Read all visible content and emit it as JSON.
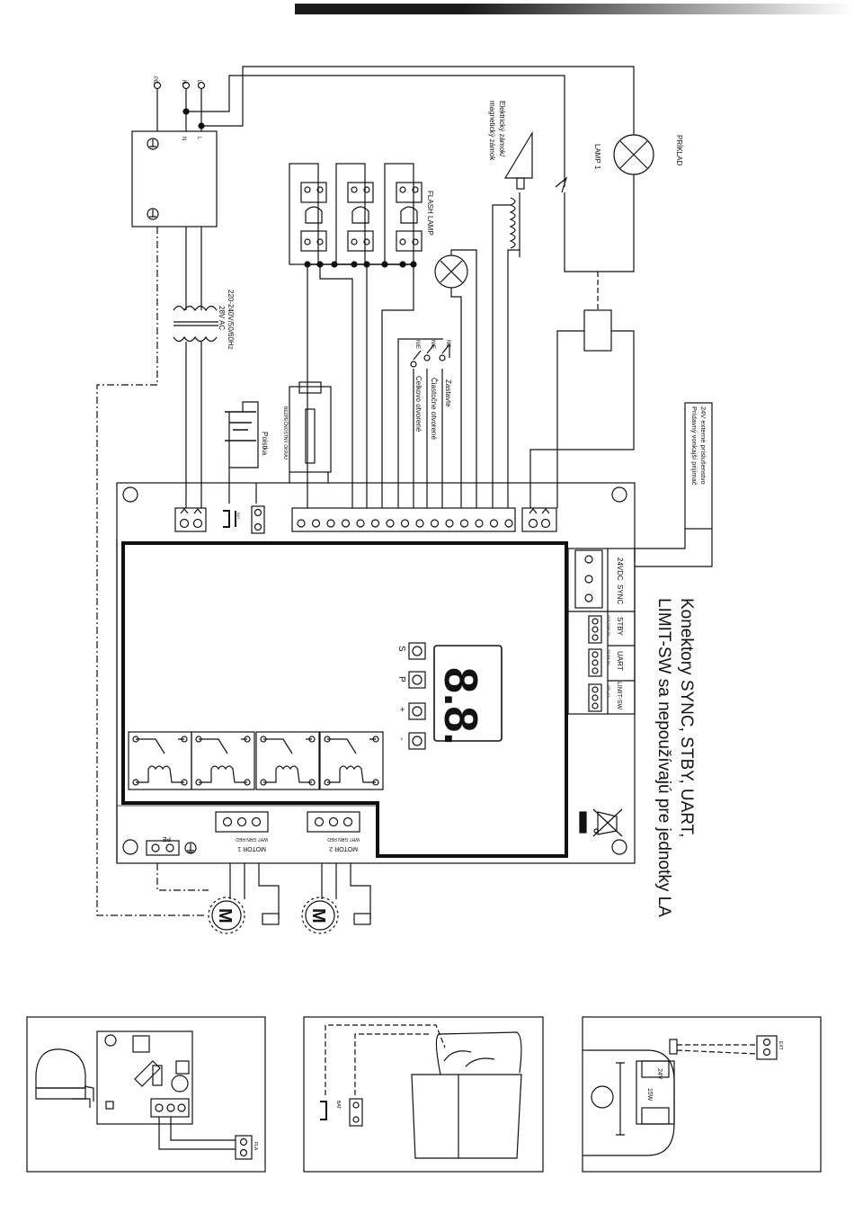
{
  "power": {
    "terminals": [
      "PE",
      "N",
      "L"
    ],
    "block_terminals": [
      "N",
      "L"
    ],
    "transformer": [
      "220-240V/50/60Hz",
      "28V AC"
    ],
    "fuse": "Poistka"
  },
  "example": {
    "title": "PRÍKLAD",
    "lamp": "LAMP 1",
    "lock": [
      "Elektrický zámok/",
      "magnetický zámok"
    ]
  },
  "flash_lamp": "FLASH LAMP",
  "safety_edge": "BEZPEČNOSTNÝ OKRAJ",
  "switches": {
    "nc": "NC",
    "no1": "NIE",
    "no2": "NIE",
    "stop": "Zastavte",
    "partial": "Čiastočne otvorené",
    "full": "Celkovo otvorené"
  },
  "accessory": [
    "24V externé príslušenstvo",
    "Prídavný vonkajší prijímač"
  ],
  "connectors": {
    "labels": [
      "24VDC",
      "SYNC",
      "STBY",
      "UART",
      "LIMIT-SW"
    ],
    "sub_labels": [
      "STB GND 5V",
      "TX RX 5V",
      "OP - CL"
    ]
  },
  "note": [
    "Konektory SYNC, STBY, UART,",
    "LIMIT-SW sa nepoužívajú pre jednotky LA"
  ],
  "display": {
    "digits": "8.8.",
    "buttons": [
      "S",
      "P",
      "+",
      "-"
    ]
  },
  "motors": {
    "m1": "MOTOR 1",
    "m2": "MOTOR 2",
    "wires": "WHT GRN RED",
    "pe": "PE",
    "symbol": "M"
  },
  "battery": "BAT",
  "panels": {
    "flash_terminal": "FLA",
    "battery_terminal": "BAT",
    "ext_terminal": "EXT",
    "lamp_rating": "24V",
    "lamp_power": "15W"
  }
}
